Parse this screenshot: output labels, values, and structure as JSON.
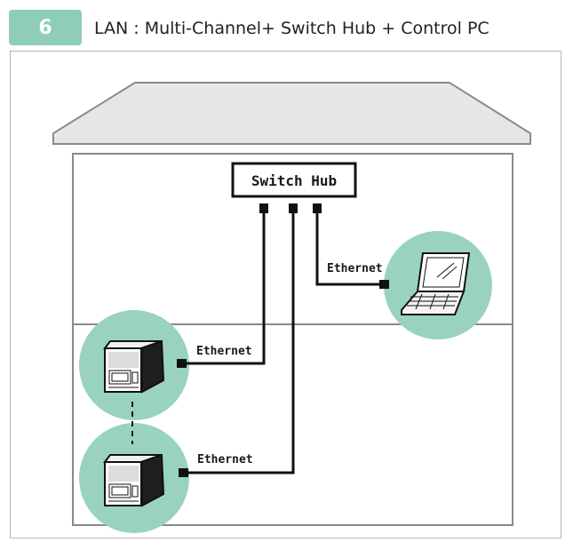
{
  "header": {
    "step_number": "6",
    "title": "LAN : Multi-Channel+ Switch Hub + Control PC"
  },
  "diagram": {
    "switch_hub_label": "Switch Hub",
    "cable_label": "Ethernet",
    "colors": {
      "accent_green": "#8fcdb8",
      "circle_fill": "#99d3c0",
      "roof_fill": "#e6e6e6",
      "line": "#111111",
      "wall": "#8a8a8a"
    }
  }
}
